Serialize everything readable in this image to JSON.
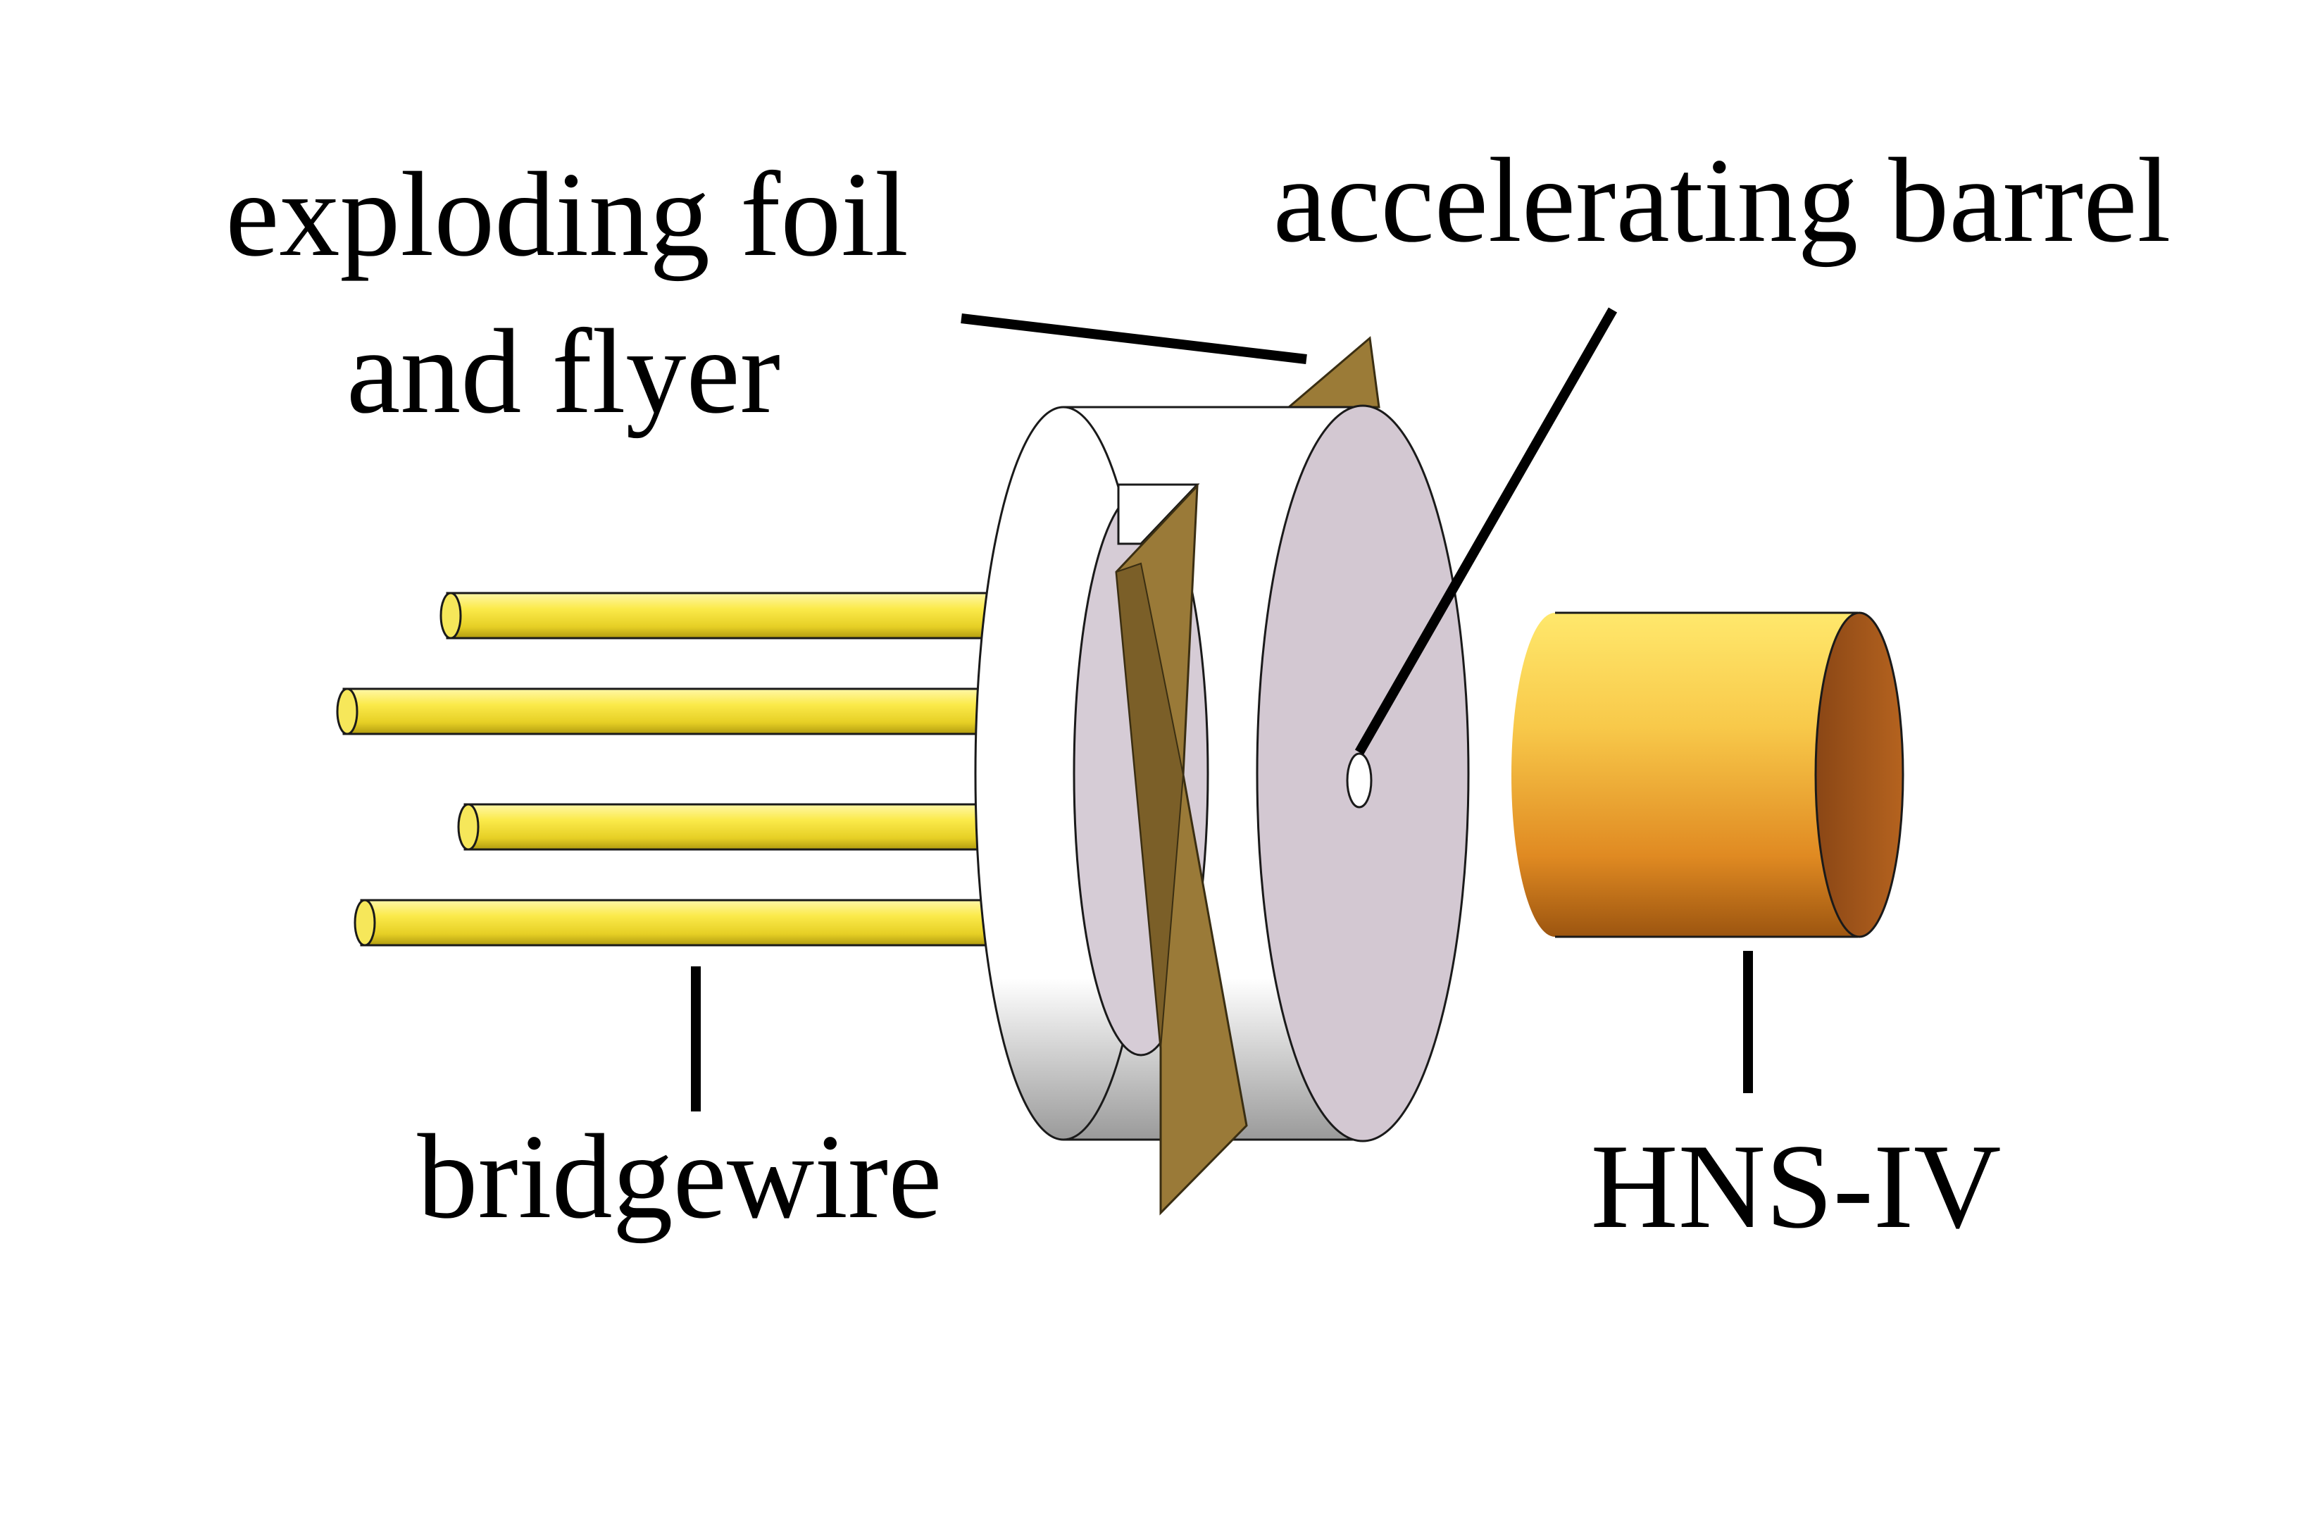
{
  "labels": {
    "exploding_foil_line1": "exploding foil",
    "exploding_foil_line2": "and flyer",
    "accelerating_barrel": "accelerating barrel",
    "bridgewire": "bridgewire",
    "hns": "HNS-IV"
  },
  "colors": {
    "background": "#ffffff",
    "pin_light": "#fbf07a",
    "pin_mid": "#eedc2e",
    "pin_dark": "#b9a413",
    "disc_face": "#d3c8d2",
    "ring_white": "#ffffff",
    "ring_shadow": "#a9a9a9",
    "foil": "#9a7a38",
    "foil_dark": "#6e5524",
    "pellet_light": "#ffe86a",
    "pellet_mid": "#f0a830",
    "pellet_dark": "#b66814",
    "pellet_face": "#a85a1e",
    "leader_lines": "#000000"
  },
  "components": [
    "bridgewire",
    "exploding foil and flyer",
    "accelerating barrel",
    "HNS-IV"
  ]
}
